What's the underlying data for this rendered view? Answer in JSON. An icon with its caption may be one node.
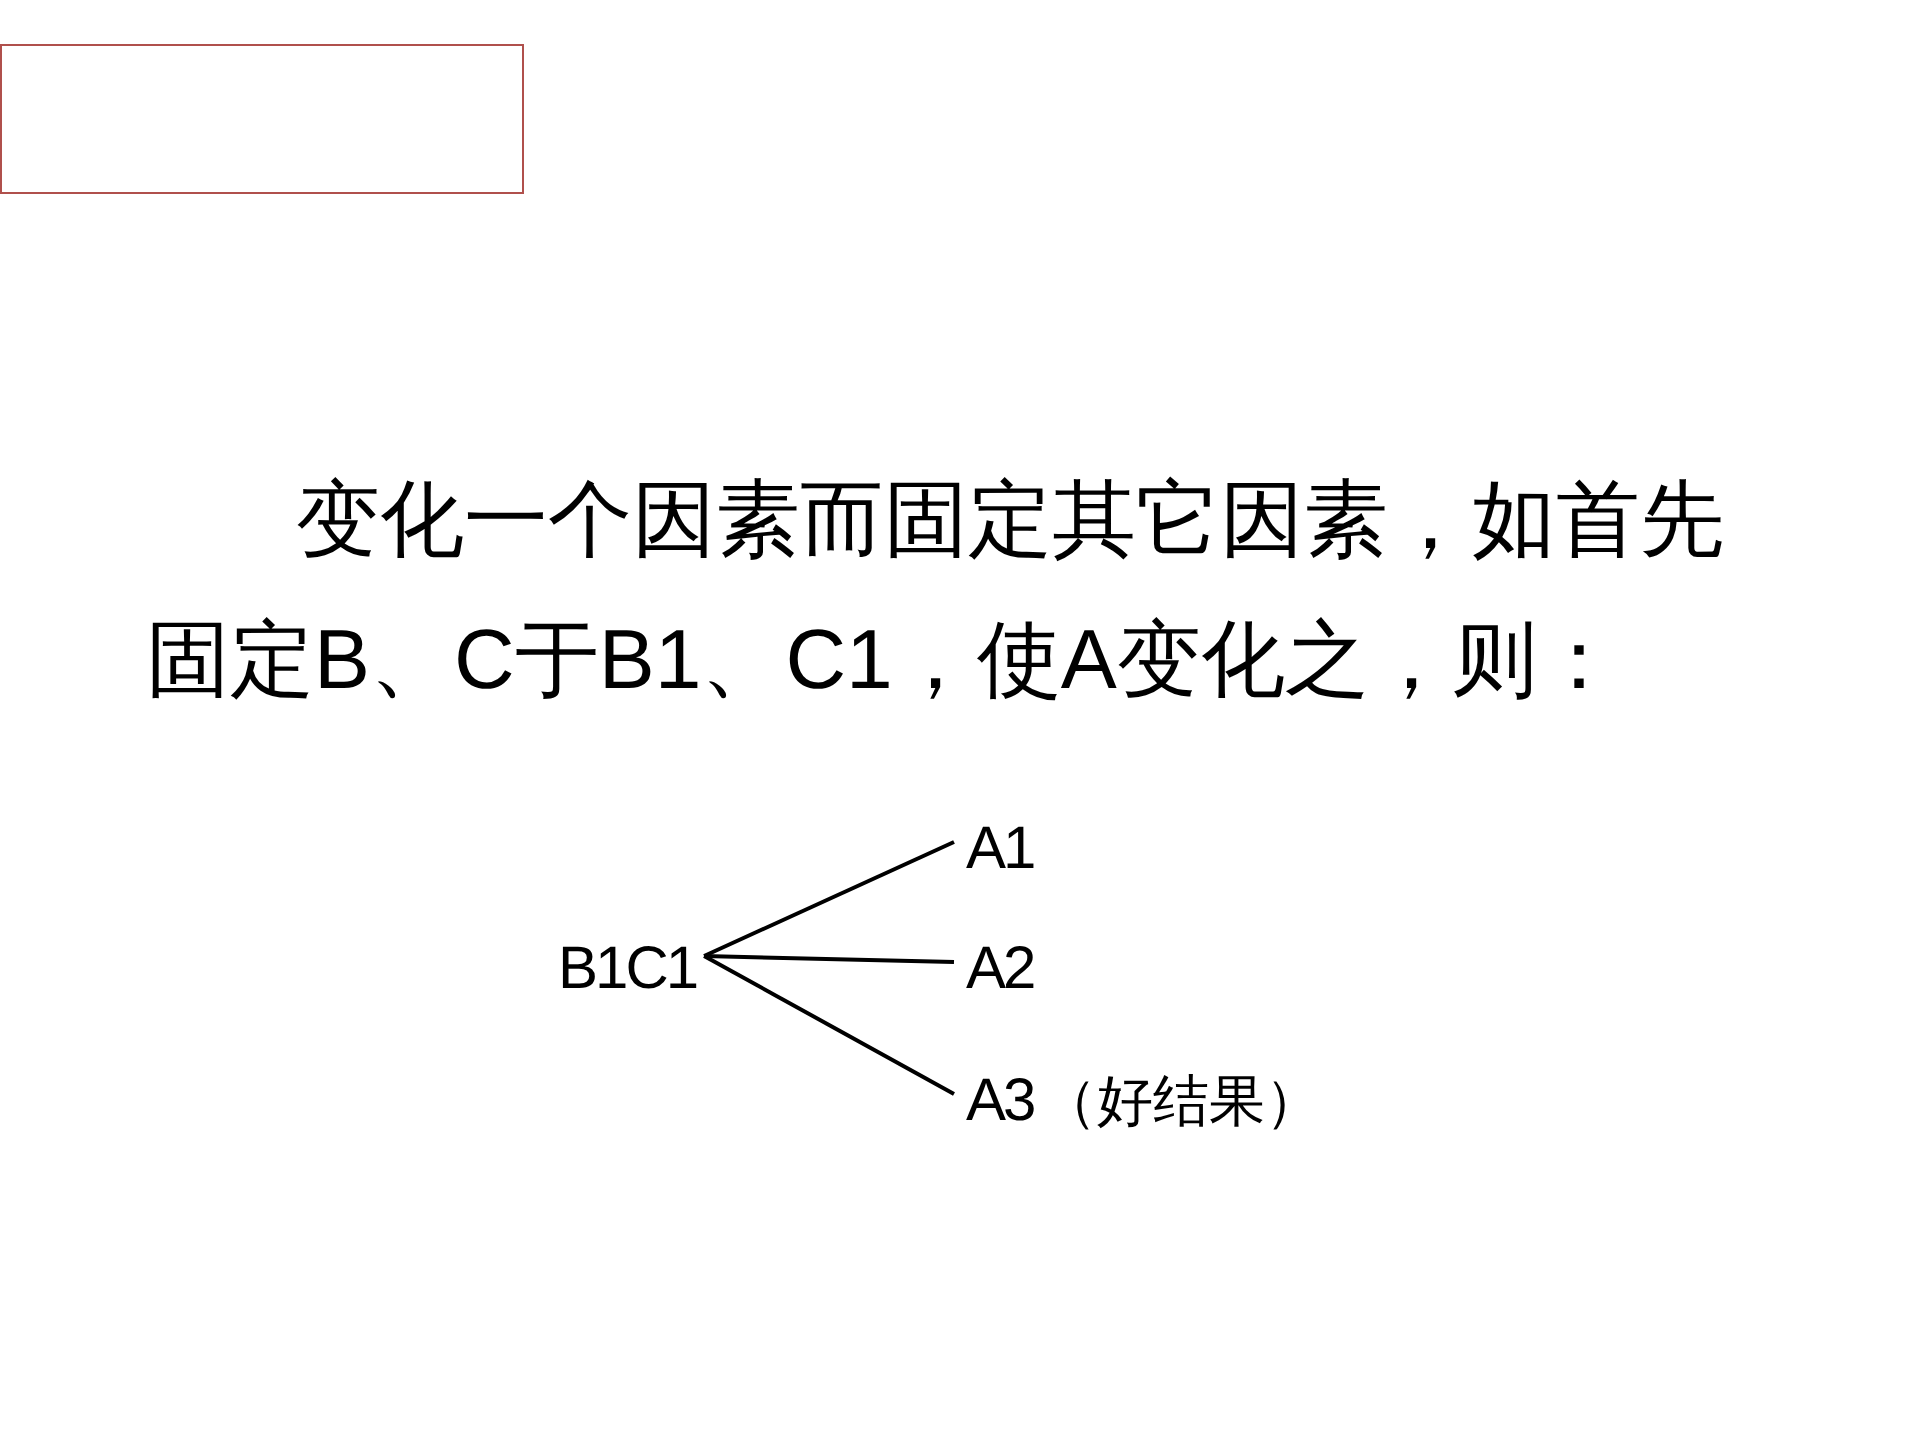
{
  "diagram": {
    "nodes": [
      {
        "text": [],
        "shape": "box"
      },
      {
        "text": [
          "B1C1"
        ]
      },
      {
        "text": [
          "A1"
        ]
      },
      {
        "text": [
          "A2"
        ]
      },
      {
        "text": [
          "A3"
        ],
        "beside": [
          "（好结果）"
        ]
      }
    ],
    "edges": [
      {
        "from": 1,
        "to": 2,
        "arrow": "none"
      },
      {
        "from": 1,
        "to": 3,
        "arrow": "none"
      },
      {
        "from": 1,
        "to": 4,
        "arrow": "none"
      }
    ],
    "labels": [
      "变化一个因素而固定其它因素，如首先固定B、C于B1、C1，使A变化之，则："
    ]
  }
}
